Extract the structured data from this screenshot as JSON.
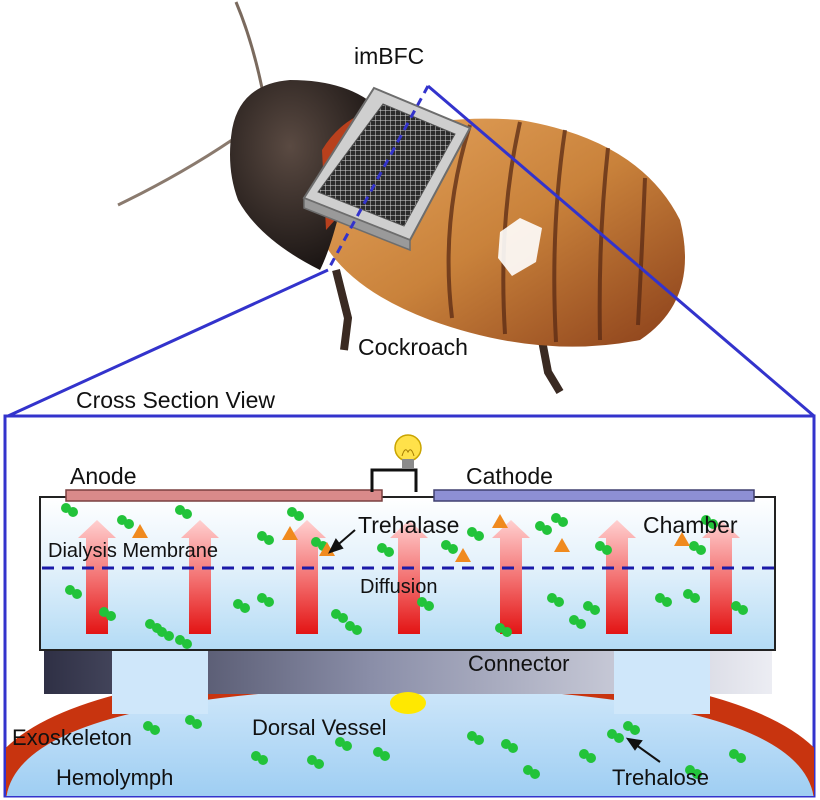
{
  "labels": {
    "device": "imBFC",
    "insect": "Cockroach",
    "section_title": "Cross Section View",
    "anode": "Anode",
    "cathode": "Cathode",
    "chamber": "Chamber",
    "trehalase": "Trehalase",
    "membrane": "Dialysis Membrane",
    "diffusion": "Diffusion",
    "connector": "Connector",
    "exoskeleton": "Exoskeleton",
    "vessel": "Dorsal Vessel",
    "hemolymph": "Hemolymph",
    "trehalose": "Trehalose"
  },
  "colors": {
    "frame": "#3333cc",
    "anode": "#d98a8a",
    "cathode": "#8d8fd4",
    "arrow_top": "#ffd0d0",
    "arrow_bottom": "#e81818",
    "membrane_line": "#1a1aa8",
    "molecule": "#22c33a",
    "enzyme": "#f08a1e",
    "exoskeleton": "#c8340f",
    "hemolymph_top": "#cfe7fa",
    "hemolymph_bottom": "#9dcdf2",
    "bulb": "#ffe14a",
    "dorsal_vessel": "#ffe800"
  },
  "icons": [
    "light-bulb-icon",
    "trehalose-molecule-icon",
    "trehalase-enzyme-icon",
    "diffusion-arrow-icon"
  ]
}
